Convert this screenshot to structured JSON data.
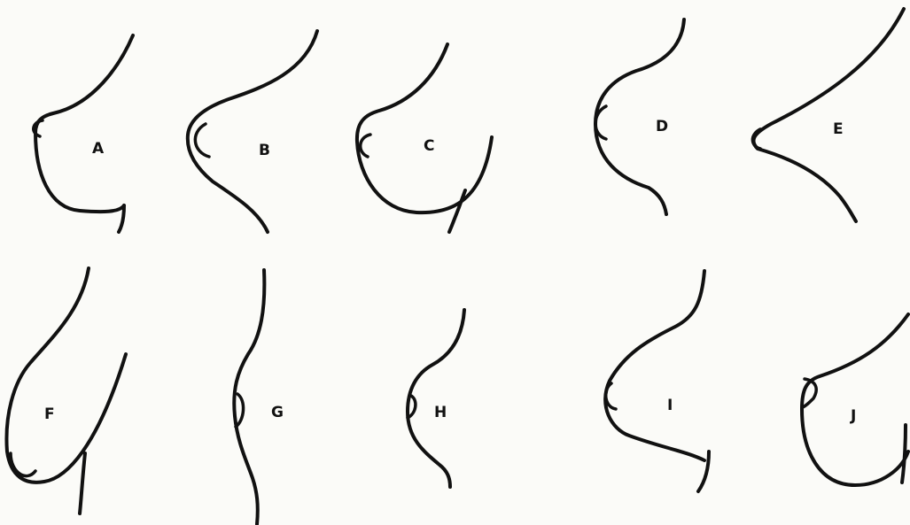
{
  "figure": {
    "labels": [
      "A",
      "B",
      "C",
      "D",
      "E",
      "F",
      "G",
      "H",
      "I",
      "J"
    ],
    "colors": {
      "background": "#fbfbf8",
      "ink": "#111111"
    }
  }
}
